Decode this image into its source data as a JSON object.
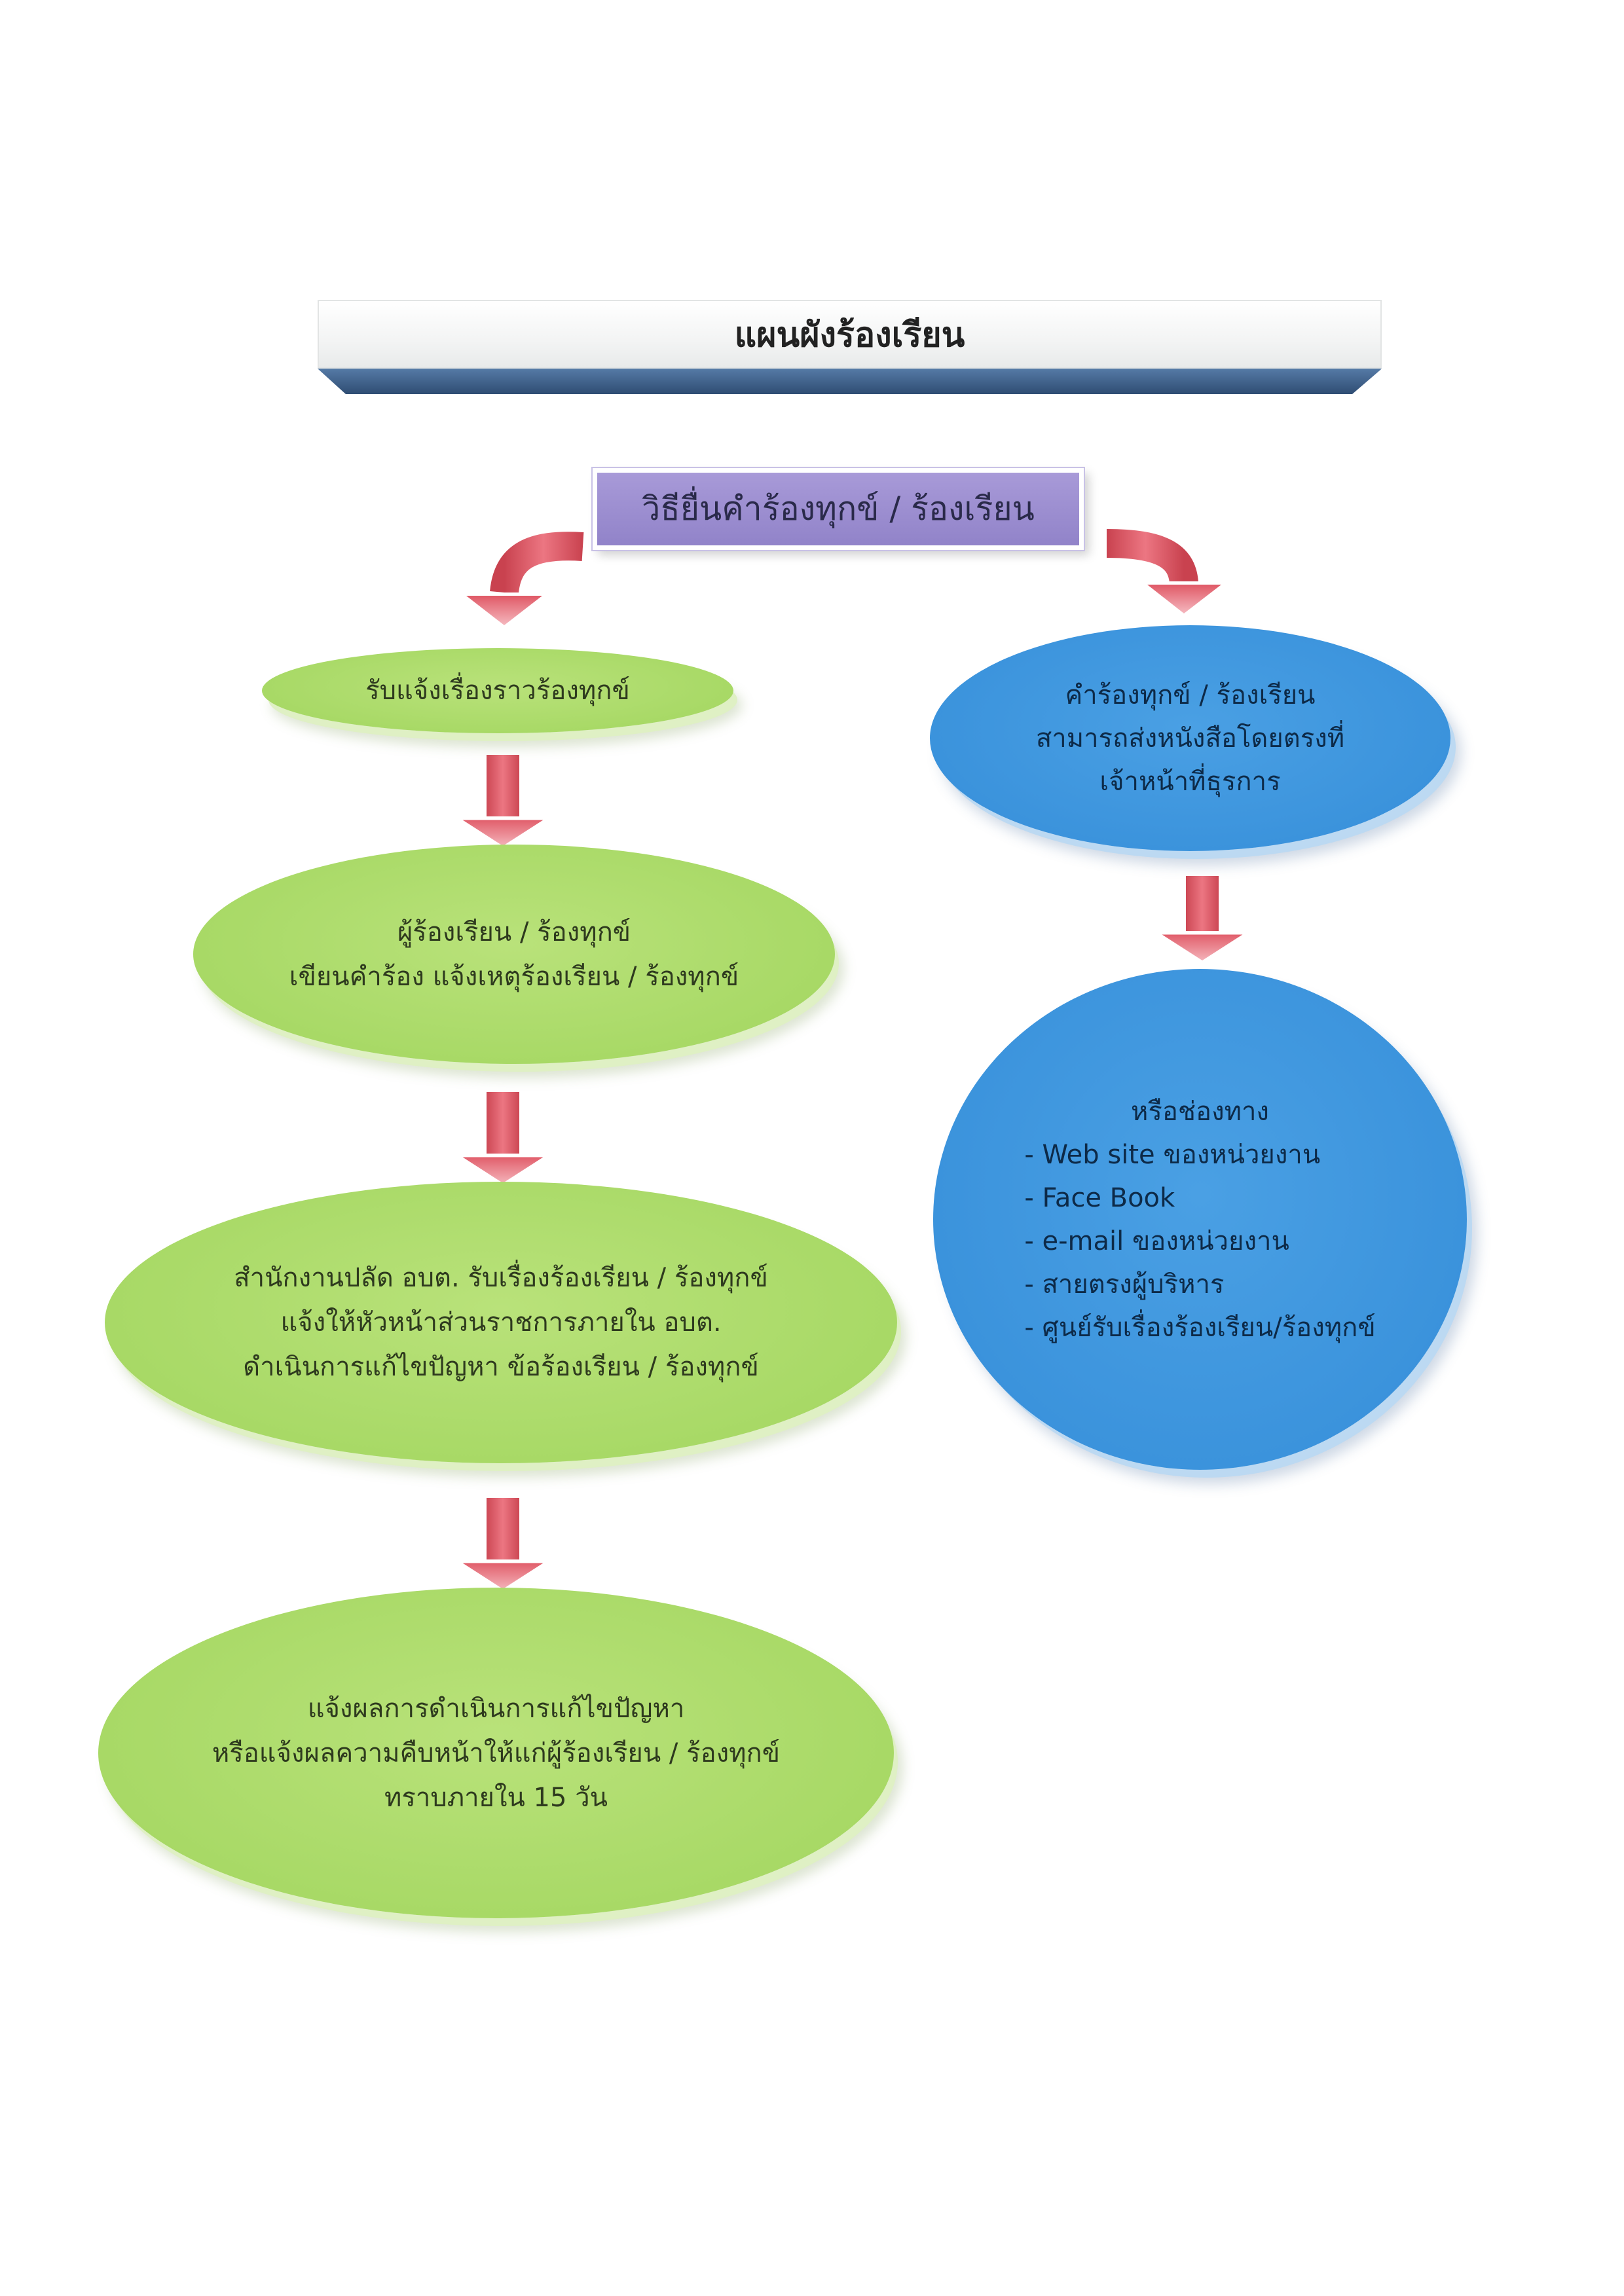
{
  "title": "แผนผังร้องเรียน",
  "method": "วิธียื่นคำร้องทุกข์ / ร้องเรียน",
  "left_flow": [
    {
      "lines": [
        "รับแจ้งเรื่องราวร้องทุกข์"
      ]
    },
    {
      "lines": [
        "ผู้ร้องเรียน / ร้องทุกข์",
        "เขียนคำร้อง แจ้งเหตุร้องเรียน / ร้องทุกข์"
      ]
    },
    {
      "lines": [
        "สำนักงานปลัด อบต. รับเรื่องร้องเรียน / ร้องทุกข์",
        "แจ้งให้หัวหน้าส่วนราชการภายใน อบต.",
        "ดำเนินการแก้ไขปัญหา ข้อร้องเรียน / ร้องทุกข์"
      ]
    },
    {
      "lines": [
        "แจ้งผลการดำเนินการแก้ไขปัญหา",
        "หรือแจ้งผลความคืบหน้าให้แก่ผู้ร้องเรียน / ร้องทุกข์",
        "ทราบภายใน 15 วัน"
      ]
    }
  ],
  "right_flow": {
    "direct": {
      "lines": [
        "คำร้องทุกข์ / ร้องเรียน",
        "สามารถส่งหนังสือโดยตรงที่",
        "เจ้าหน้าที่ธุรการ"
      ]
    },
    "channels": {
      "heading": "หรือช่องทาง",
      "items": [
        "- Web site ของหน่วยงาน",
        "- Face Book",
        "- e-mail  ของหน่วยงาน",
        "- สายตรงผู้บริหาร",
        "- ศูนย์รับเรื่องร้องเรียน/ร้องทุกข์"
      ]
    }
  },
  "colors": {
    "green": "#a8d966",
    "blue": "#3b93dc",
    "purple": "#9a8bd0",
    "arrow": "#e4606f",
    "banner_shadow": "#3e5f86"
  }
}
